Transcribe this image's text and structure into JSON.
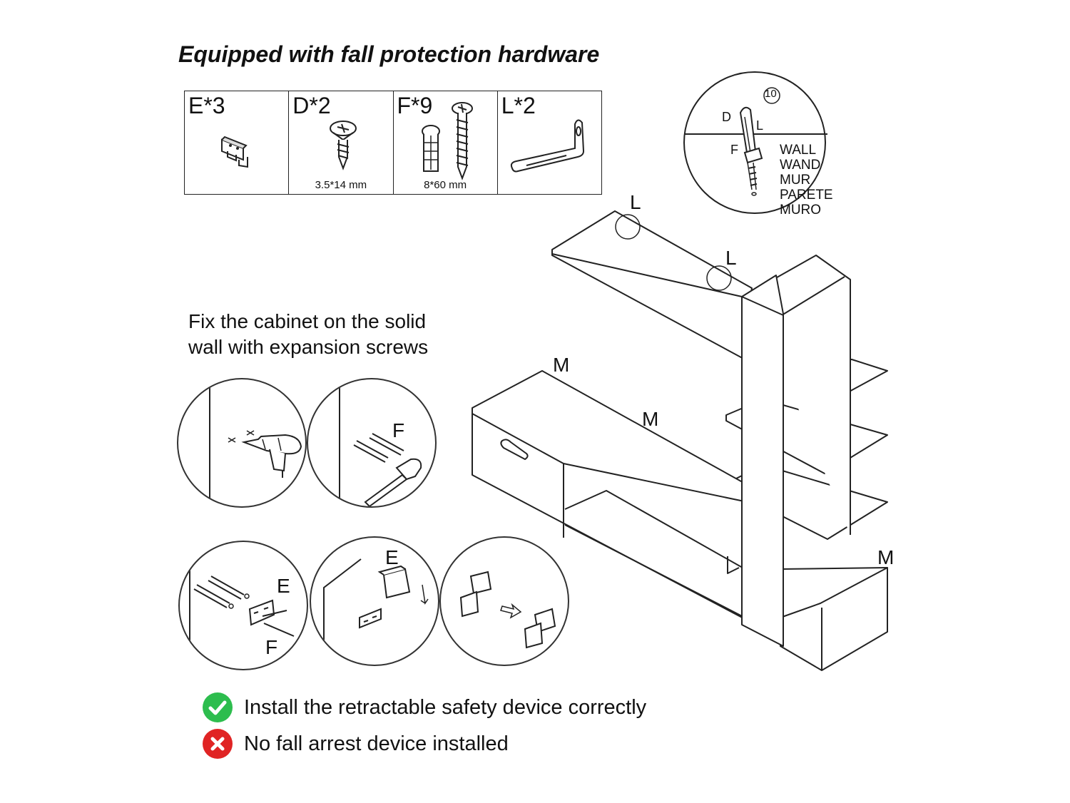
{
  "title": "Equipped with fall protection hardware",
  "hardware": [
    {
      "label": "E*3",
      "size": ""
    },
    {
      "label": "D*2",
      "size": "3.5*14 mm"
    },
    {
      "label": "F*9",
      "size": "8*60 mm"
    },
    {
      "label": "L*2",
      "size": ""
    }
  ],
  "detail": {
    "number": "10",
    "labels": {
      "d": "D",
      "l": "L",
      "f": "F"
    },
    "wall_words": [
      "WALL",
      "WAND",
      "MUR",
      "PARETE",
      "MURO"
    ]
  },
  "instruction": {
    "line1": "Fix the cabinet on the solid",
    "line2": "wall with expansion screws"
  },
  "steps": {
    "step2_label": "F",
    "step3_label_e": "E",
    "step3_label_f": "F",
    "step4_label": "E"
  },
  "cabinet_labels": {
    "l1": "L",
    "l2": "L",
    "m1": "M",
    "m2": "M",
    "m3": "M"
  },
  "legend": [
    {
      "icon": "check-icon",
      "color": "#2dbd4e",
      "text": "Install the retractable safety device correctly"
    },
    {
      "icon": "cross-icon",
      "color": "#e02424",
      "text": "No fall arrest device installed"
    }
  ]
}
